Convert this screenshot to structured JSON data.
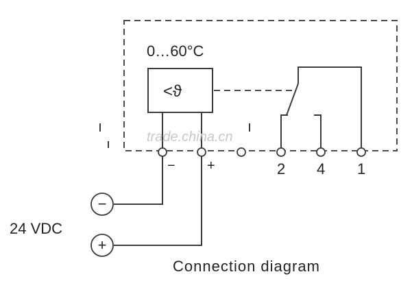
{
  "range_label": "0…60°C",
  "sensor_symbol": "<ϑ",
  "watermark": "trade.china.cn",
  "terminals": {
    "minus": "−",
    "plus": "+",
    "t2": "2",
    "t4": "4",
    "t1": "1"
  },
  "supply": {
    "minus_symbol": "−",
    "plus_symbol": "+",
    "voltage_label": "24 VDC"
  },
  "caption": "Connection diagram",
  "colors": {
    "line": "#3a3a3a",
    "text": "#222222",
    "watermark": "#c8c8c8"
  }
}
